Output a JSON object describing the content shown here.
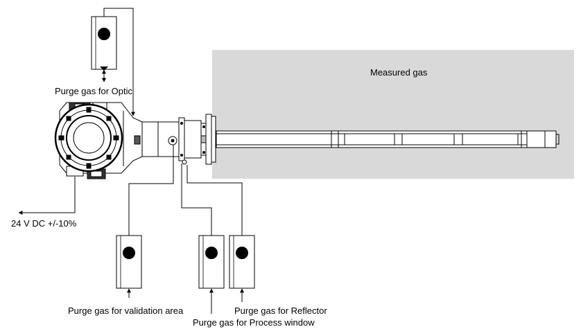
{
  "diagram": {
    "labels": {
      "measured_gas": "Measured gas",
      "purge_optic": "Purge gas for Optic",
      "power_supply": "24 V DC +/-10%",
      "purge_validation": "Purge gas for validation area",
      "purge_reflector": "Purge gas for Reflector",
      "purge_process_window": "Purge gas for Process window"
    },
    "colors": {
      "measured_gas_area": "#d9d9d9",
      "line": "#000000",
      "background": "#ffffff"
    },
    "icons": {
      "flowmeter": "flowmeter-icon",
      "sensor_head": "sensor-head-icon",
      "probe": "probe-icon"
    }
  }
}
